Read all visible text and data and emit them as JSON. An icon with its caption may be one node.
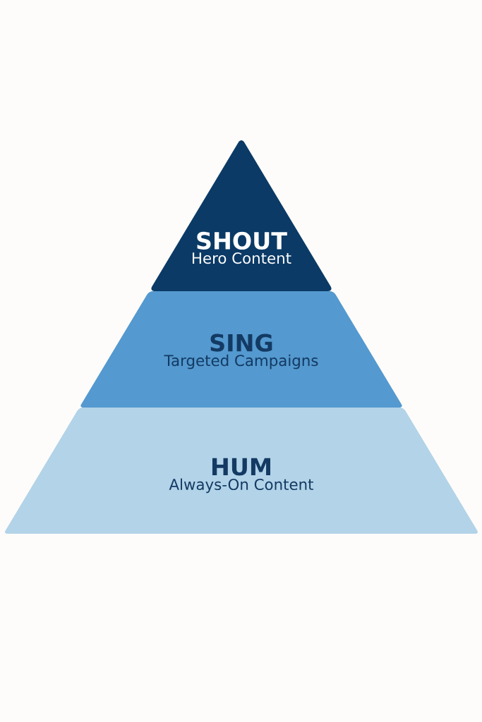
{
  "diagram": {
    "nodes": [
      {
        "text": [
          "SHOUT",
          "Hero Content"
        ]
      },
      {
        "text": [
          "SING",
          "Targeted Campaigns"
        ]
      },
      {
        "text": [
          "HUM",
          "Always-On Content"
        ]
      }
    ]
  }
}
